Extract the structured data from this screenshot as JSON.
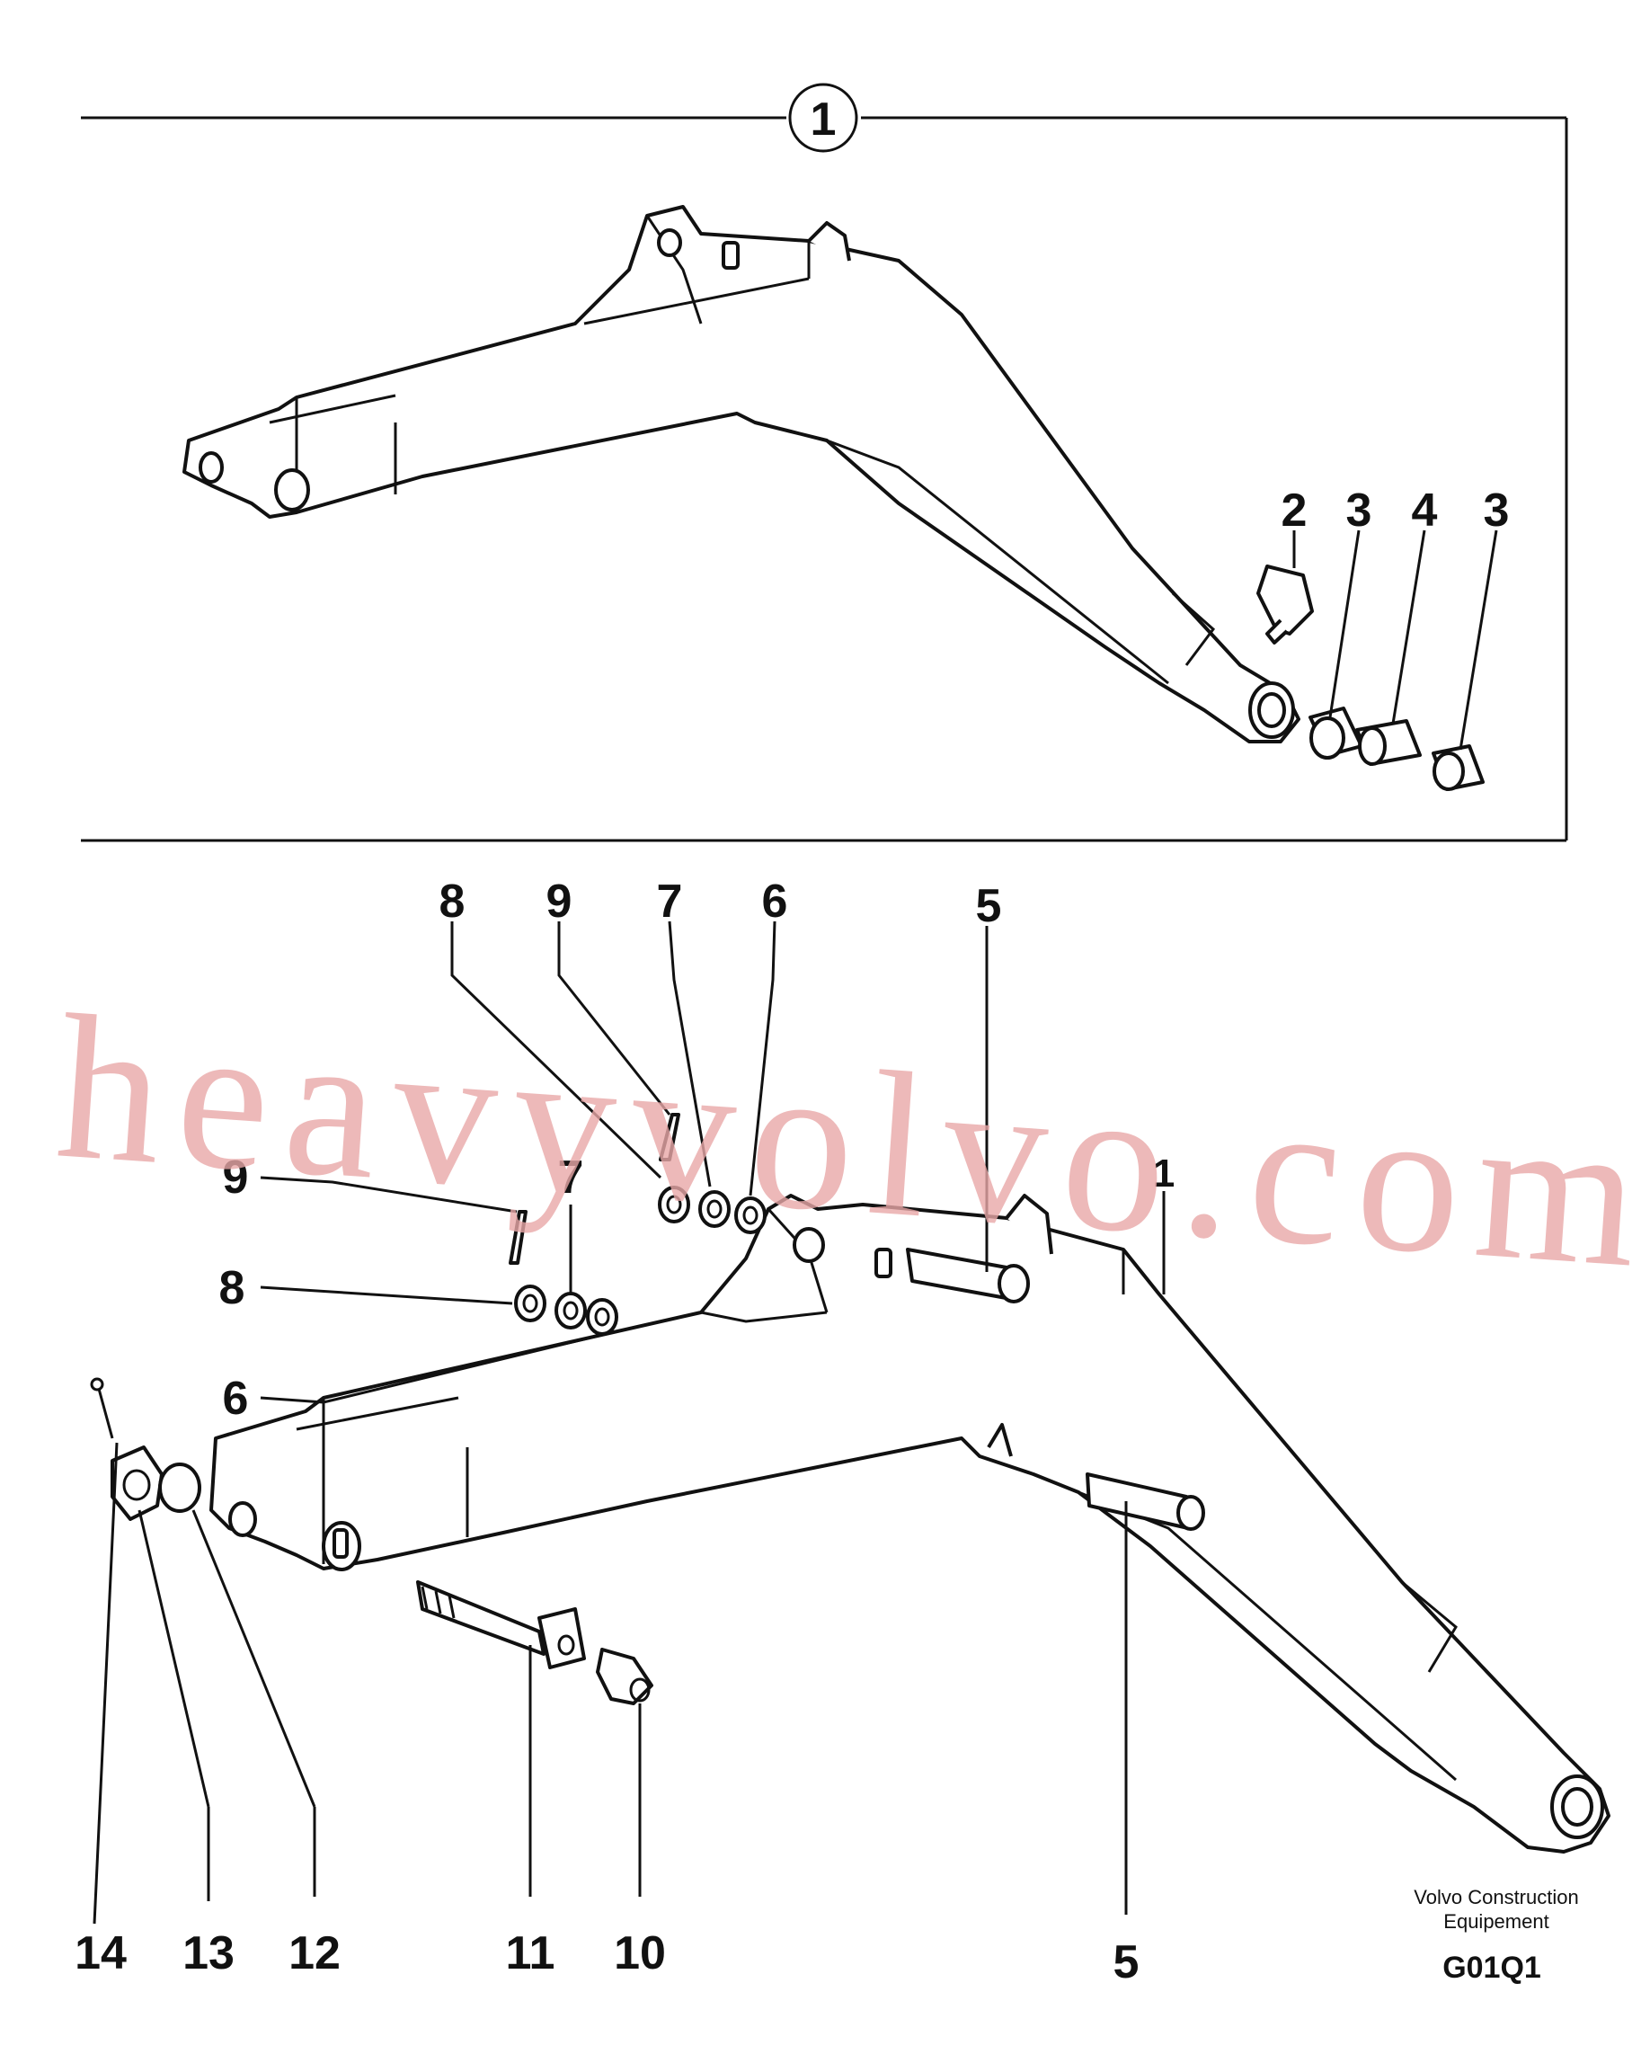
{
  "detail": {
    "circle_label": "1"
  },
  "labels": {
    "top": [
      "2",
      "3",
      "4",
      "3"
    ],
    "upper_row": [
      "8",
      "9",
      "7",
      "6",
      "5"
    ],
    "left_stack": [
      "9",
      "7",
      "8",
      "6"
    ],
    "main_part": "1",
    "bottom_row": [
      "14",
      "13",
      "12",
      "11",
      "10",
      "5"
    ]
  },
  "watermark": "heavyvolvo.com",
  "footer": {
    "company_line1": "Volvo Construction",
    "company_line2": "Equipement",
    "code": "G01Q1"
  }
}
